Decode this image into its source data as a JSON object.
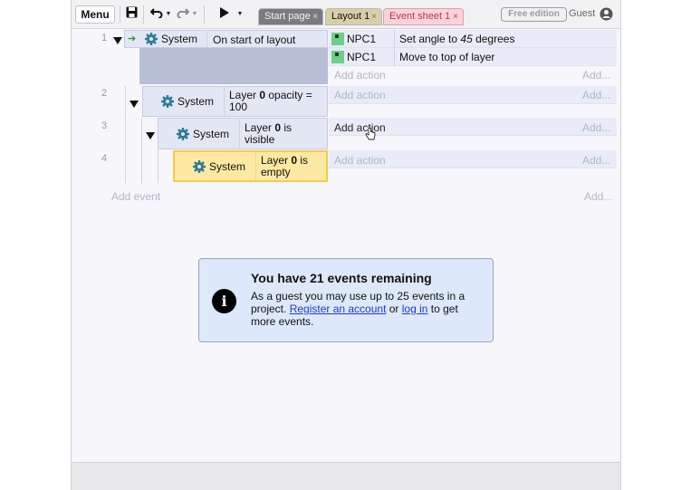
{
  "toolbar": {
    "menu_label": "Menu",
    "tabs": [
      {
        "label": "Start page",
        "close": "×",
        "color": "#7a7a80"
      },
      {
        "label": "Layout 1",
        "close": "×",
        "color": "#d8cfa6"
      },
      {
        "label": "Event sheet 1",
        "close": "×",
        "color": "#f8d3dc"
      }
    ],
    "edition_badge": "Free edition",
    "guest_label": "Guest"
  },
  "events": [
    {
      "number": "1",
      "object": "System",
      "trigger_arrow": "➔",
      "condition_text": "On start of layout",
      "actions": [
        {
          "object": "NPC1",
          "pre": "Set angle to ",
          "em": "45",
          "post": " degrees"
        },
        {
          "object": "NPC1",
          "text": "Move to top of layer"
        }
      ],
      "add_action": "Add action",
      "add_right": "Add..."
    },
    {
      "number": "2",
      "object": "System",
      "cond_pre": "Layer ",
      "cond_bold": "0",
      "cond_post": " opacity = 100",
      "add_action": "Add action",
      "add_right": "Add..."
    },
    {
      "number": "3",
      "object": "System",
      "cond_pre": "Layer ",
      "cond_bold": "0",
      "cond_post": " is visible",
      "add_action": "Add action",
      "add_right": "Add..."
    },
    {
      "number": "4",
      "object": "System",
      "cond_pre": "Layer ",
      "cond_bold": "0",
      "cond_post": " is empty",
      "add_action": "Add action",
      "add_right": "Add..."
    }
  ],
  "add_event": {
    "label": "Add event",
    "right": "Add..."
  },
  "info_box": {
    "title": "You have 21 events remaining",
    "body_pre": "As a guest you may use up to 25 events in a project. ",
    "link_register": "Register an account",
    "body_mid": " or ",
    "link_login": "log in",
    "body_post": " to get more events."
  },
  "colors": {
    "accent_link": "#1a3bd4",
    "selected_condition": "#fde9a4",
    "condition_bg": "#e3e7f4",
    "npc_icon": "#6fcf87"
  }
}
